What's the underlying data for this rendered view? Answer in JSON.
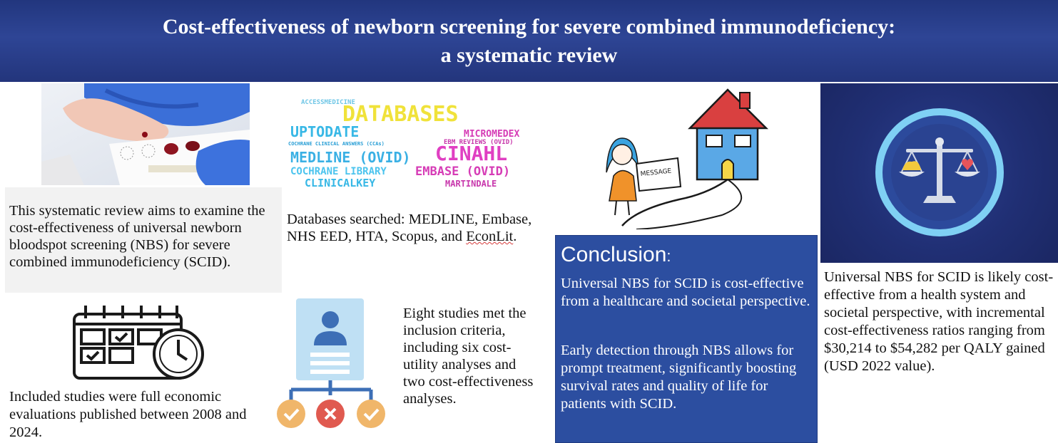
{
  "header": {
    "title_line1": "Cost-effectiveness of newborn screening for severe combined immunodeficiency:",
    "title_line2": "a systematic review"
  },
  "aim": {
    "text": "This systematic review aims to examine the cost-effectiveness of universal newborn bloodspot screening (NBS) for severe combined immunodeficiency (SCID)."
  },
  "databases": {
    "text_main": "Databases searched: MEDLINE, Embase, NHS EED, HTA, Scopus, and ",
    "text_last": "EconLit",
    "text_end": ".",
    "cloud_words": [
      "DATABASES",
      "UPTODATE",
      "MEDLINE (OVID)",
      "COCHRANE LIBRARY",
      "CLINICALKEY",
      "MICROMEDEX",
      "CINAHL",
      "EMBASE (OVID)",
      "MARTINDALE",
      "EBM REVIEWS (OVID)",
      "ACCESSMEDICINE",
      "COCHRANE CLINICAL ANSWERS (CCAs)"
    ]
  },
  "included": {
    "text": "Included studies were full economic evaluations published between 2008 and 2024."
  },
  "eight": {
    "text": "Eight studies met the inclusion criteria, including six cost-utility analyses and two cost-effectiveness analyses."
  },
  "illustration": {
    "envelope_label": "MESSAGE"
  },
  "conclusion": {
    "title": "Conclusion",
    "colon": ":",
    "p1": "Universal NBS for SCID is cost-effective from a healthcare and societal perspective.",
    "p2": "Early detection through NBS allows for prompt treatment, significantly boosting survival rates and quality of life for patients with SCID."
  },
  "likely": {
    "text": "Universal NBS for SCID is likely cost-effective from a health system and societal perspective, with incremental cost-effectiveness ratios ranging from $30,214 to $54,282 per QALY gained (USD 2022 value)."
  },
  "icons": {
    "photo": "heel-prick-blood-card-photo",
    "calendar": "calendar-clock-icon",
    "cloud": "database-word-cloud",
    "flow": "profile-decision-flow-icon",
    "house": "girl-mailing-letter-to-house-illustration",
    "scale": "balance-scale-icon"
  },
  "colors": {
    "header_bg": "#2e4595",
    "conclusion_bg": "#2c4ea0",
    "text": "#111111",
    "check": "#f0b66a",
    "cross": "#e05a50"
  }
}
